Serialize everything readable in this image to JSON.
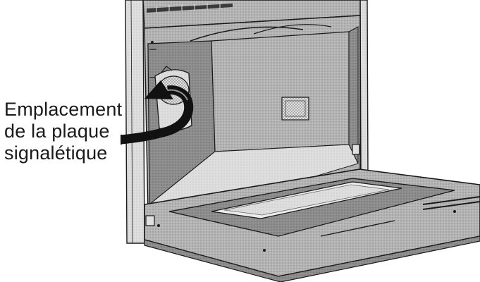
{
  "figure": {
    "subject": "wall oven with open door",
    "callout_lines": [
      "Emplacement",
      "de la plaque",
      "signalétique"
    ],
    "colors": {
      "line": "#1a1a1a",
      "panel_gray": "#c9c9c9",
      "cavity_gray": "#9a9a9a",
      "light_gray": "#e6e6e6",
      "arrow": "#111111"
    }
  }
}
